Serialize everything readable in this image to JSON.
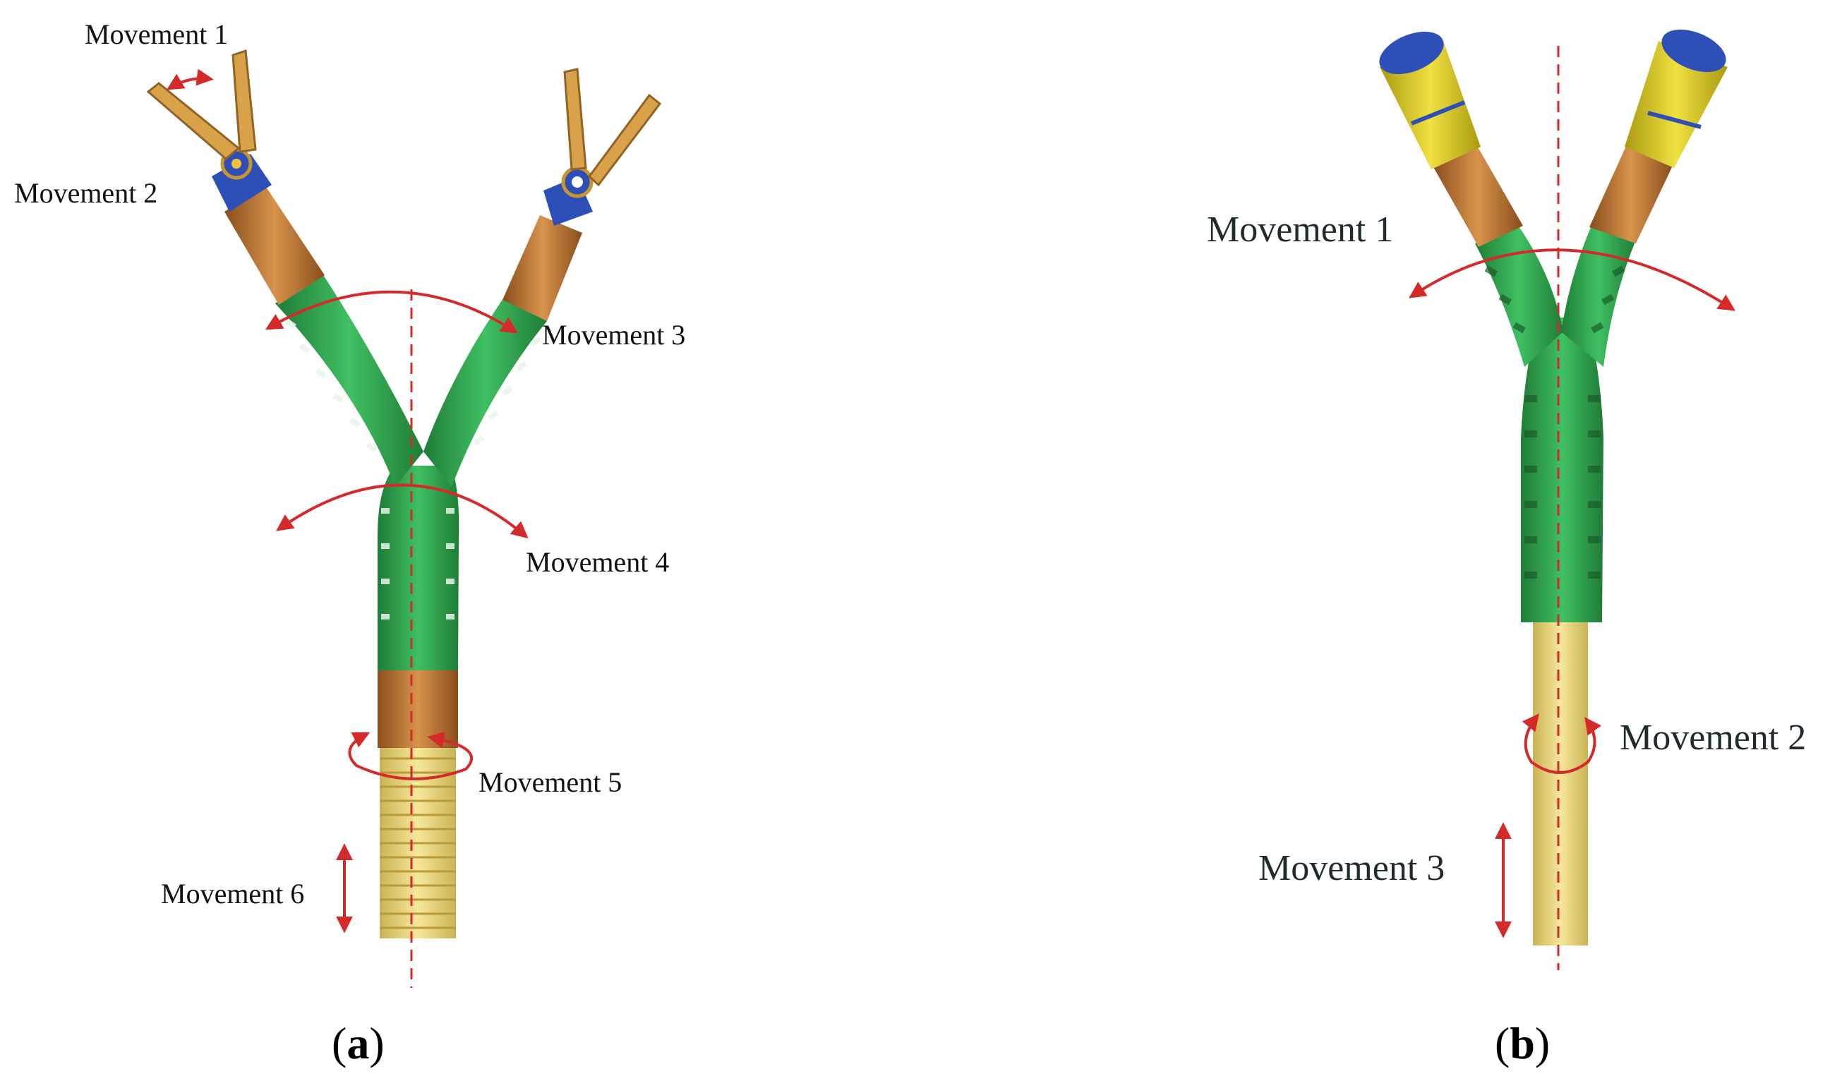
{
  "colors": {
    "arm_green": "#2fa84f",
    "arm_green_dark": "#1f7c37",
    "copper": "#c17a36",
    "blue_joint": "#2f4fb8",
    "gold_gripper": "#d9a24a",
    "yellow_tube": "#f2dc7a",
    "yellow_cap": "#e6d22a",
    "annotation_red": "#d42a2a"
  },
  "panel_a": {
    "labels": {
      "movement_1": "Movement 1",
      "movement_2": "Movement 2",
      "movement_3": "Movement 3",
      "movement_4": "Movement 4",
      "movement_5": "Movement 5",
      "movement_6": "Movement 6"
    },
    "caption": {
      "open": "(",
      "letter": "a",
      "close": ")"
    }
  },
  "panel_b": {
    "labels": {
      "movement_1": "Movement 1",
      "movement_2": "Movement 2",
      "movement_3": "Movement 3"
    },
    "caption": {
      "open": "(",
      "letter": "b",
      "close": ")"
    }
  }
}
